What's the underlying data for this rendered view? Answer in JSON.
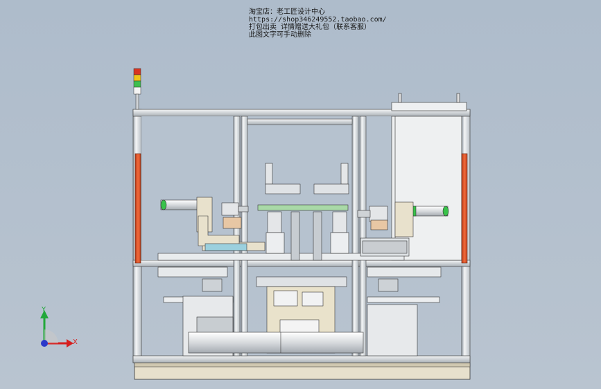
{
  "header_note": {
    "line1": "淘宝店：老工匠设计中心",
    "line2": "https://shop346249552.taobao.com/",
    "line3": "打包出卖 详情赠送大礼包（联系客服）",
    "line4": "此图文字可手动删除"
  },
  "triad": {
    "x_label": "X",
    "y_label": "Y"
  },
  "colors": {
    "background": "#b3bfcc",
    "frame": "#e6e8ea",
    "accent_orange": "#e0552a",
    "cylinder_green": "#39c24a"
  },
  "stack_light": {
    "colors": [
      "red",
      "yellow",
      "green",
      "white"
    ]
  }
}
